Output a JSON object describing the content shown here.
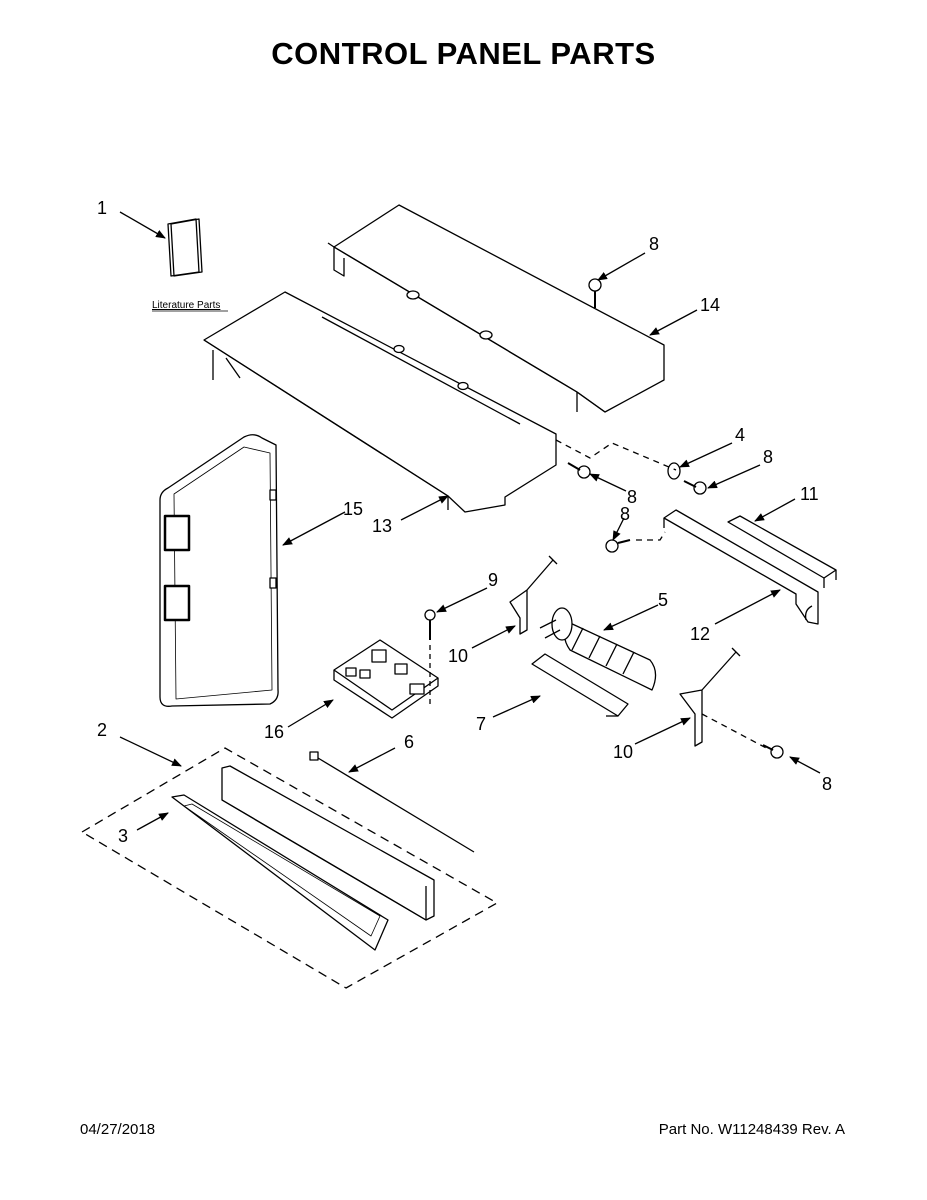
{
  "page": {
    "title": "CONTROL PANEL PARTS",
    "date": "04/27/2018",
    "part_number": "Part No.  W11248439  Rev.  A"
  },
  "literature_label": "Literature Parts",
  "callouts": {
    "c1": "1",
    "c2": "2",
    "c3": "3",
    "c4": "4",
    "c5": "5",
    "c6": "6",
    "c7": "7",
    "c8a": "8",
    "c8b": "8",
    "c8c": "8",
    "c8d": "8",
    "c8e": "8",
    "c9": "9",
    "c10a": "10",
    "c10b": "10",
    "c11": "11",
    "c12": "12",
    "c13": "13",
    "c14": "14",
    "c15": "15",
    "c16": "16"
  }
}
